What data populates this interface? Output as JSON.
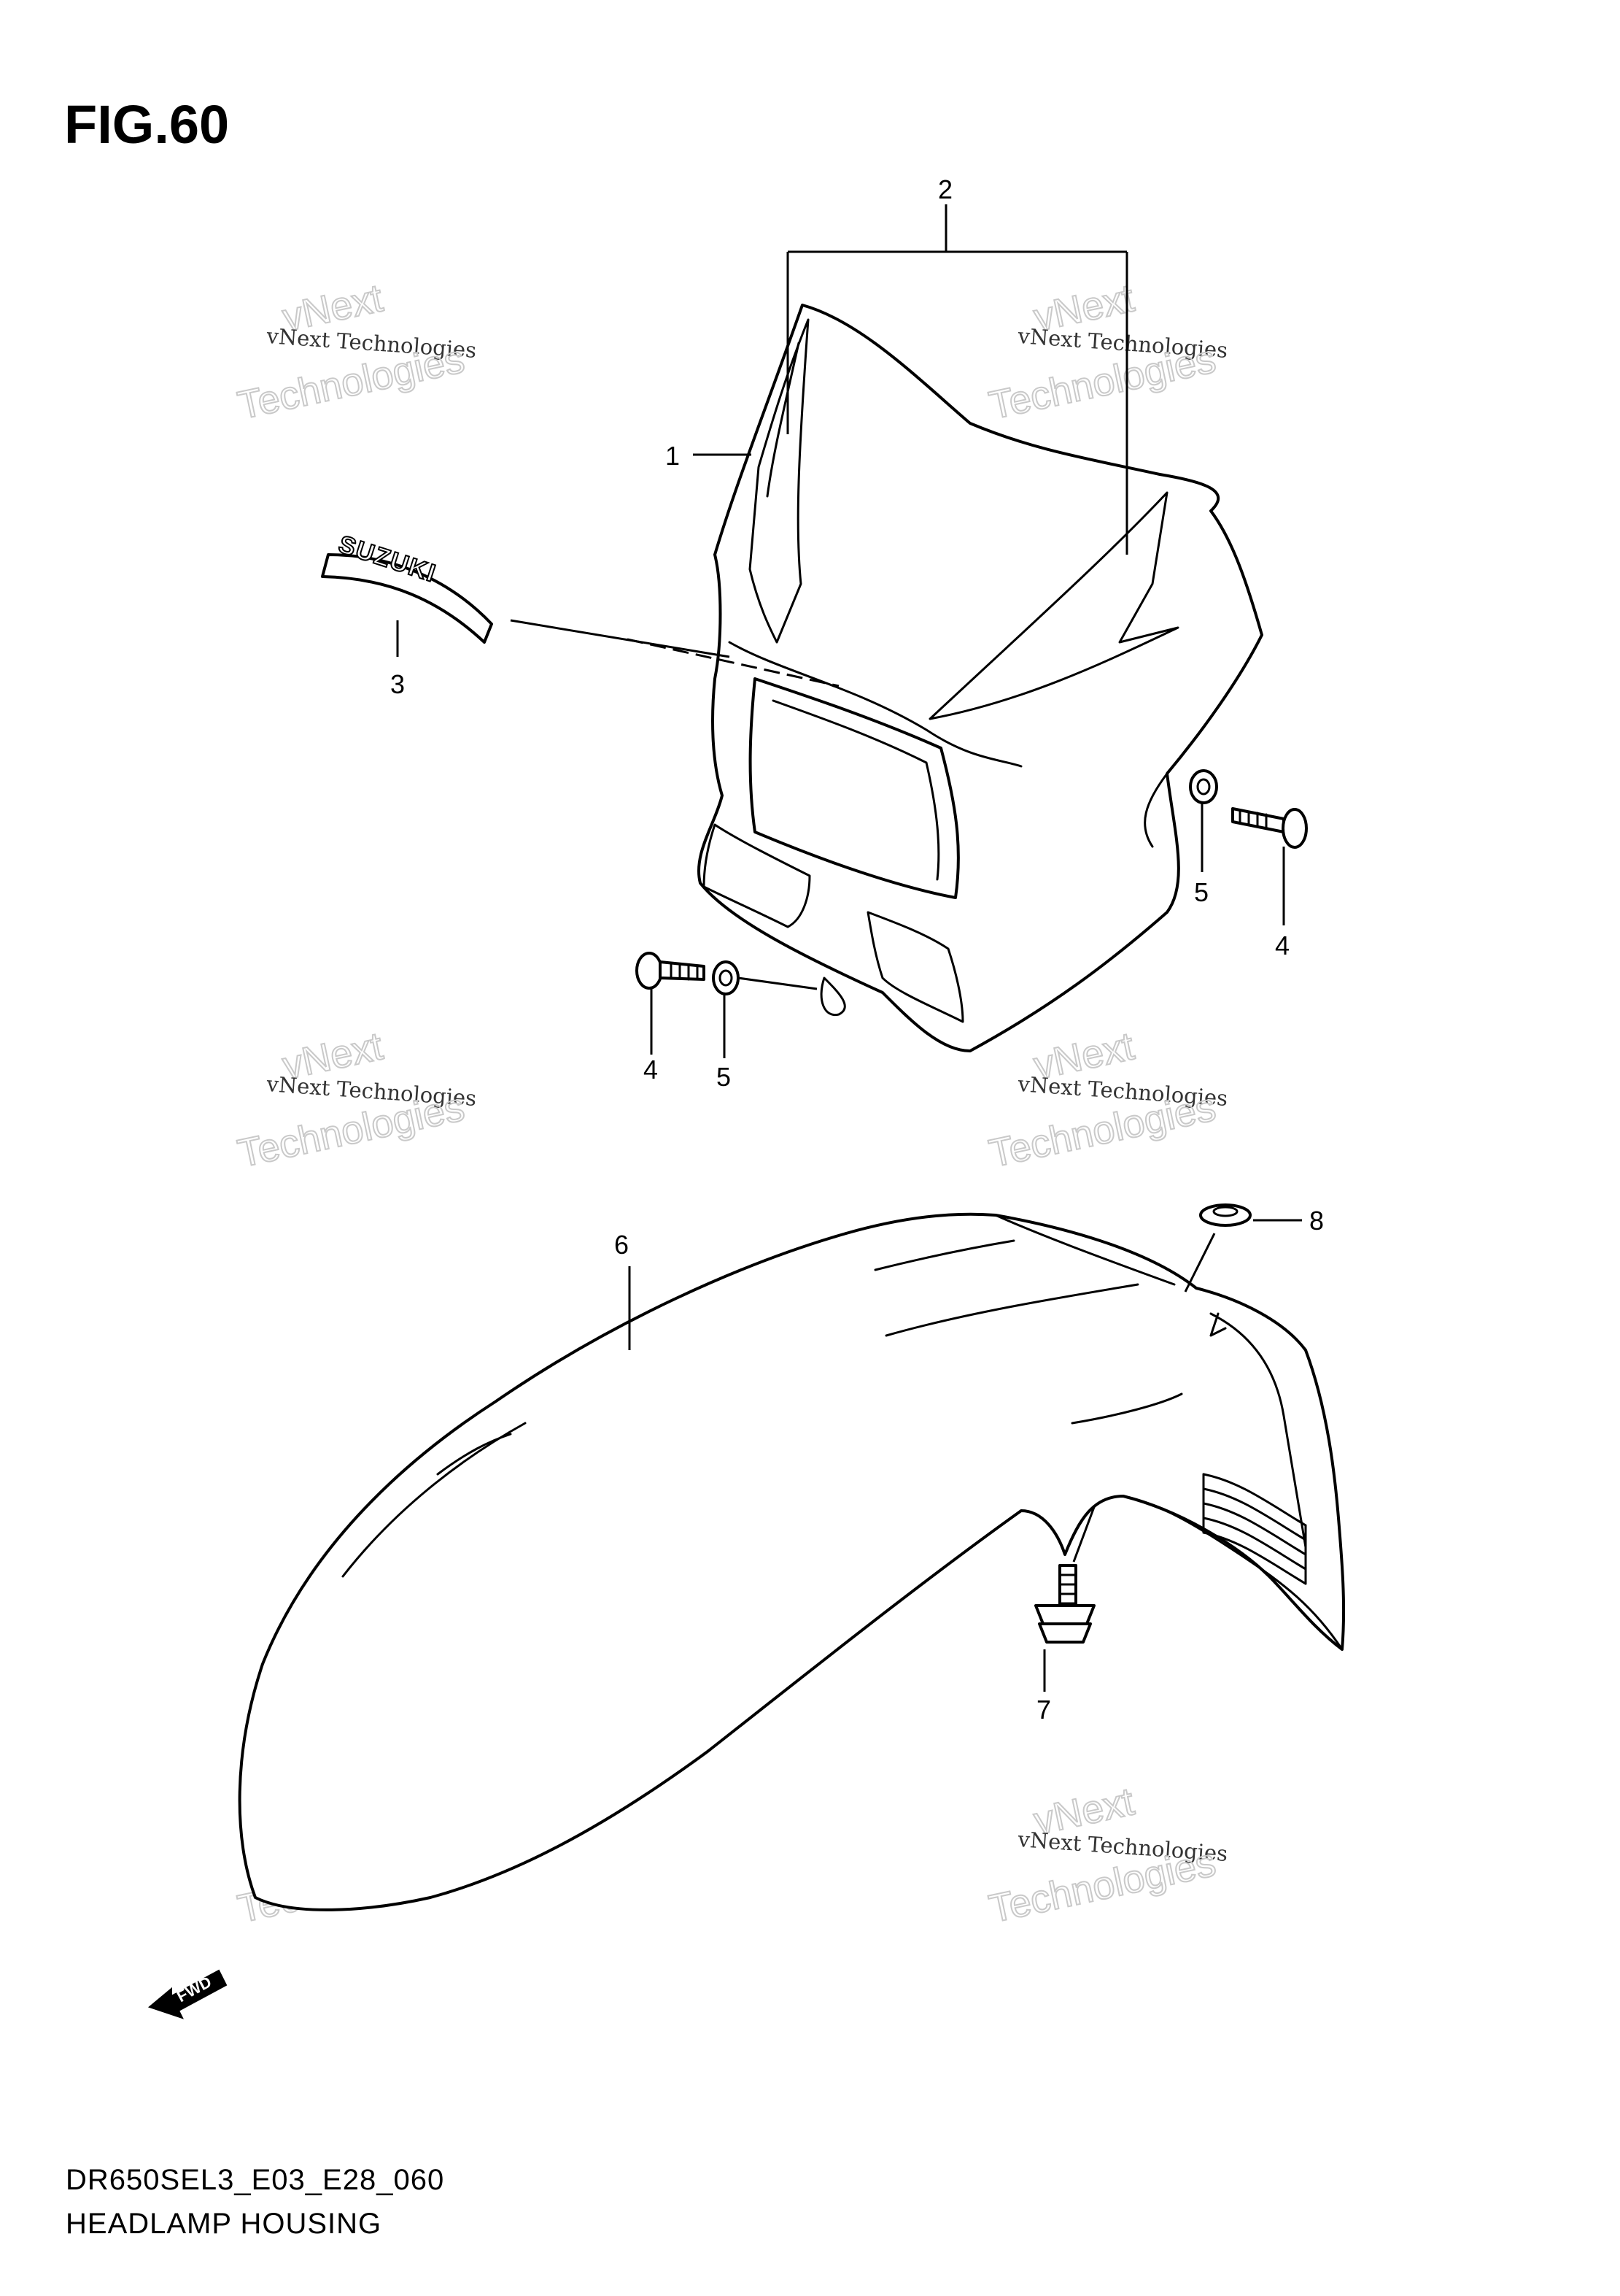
{
  "figure_title": "FIG.60",
  "callouts": [
    {
      "id": "c1",
      "label": "1"
    },
    {
      "id": "c2",
      "label": "2"
    },
    {
      "id": "c3",
      "label": "3"
    },
    {
      "id": "c4a",
      "label": "4"
    },
    {
      "id": "c5a",
      "label": "5"
    },
    {
      "id": "c4b",
      "label": "4"
    },
    {
      "id": "c5b",
      "label": "5"
    },
    {
      "id": "c6",
      "label": "6"
    },
    {
      "id": "c7",
      "label": "7"
    },
    {
      "id": "c8",
      "label": "8"
    }
  ],
  "emblem_text": "SUZUKI",
  "fwd_label": "FWD",
  "watermark": {
    "line1": "vNext Technologies",
    "line2": "vNext",
    "line3": "Technologies"
  },
  "footer": {
    "code": "DR650SEL3_E03_E28_060",
    "caption": "HEADLAMP HOUSING"
  }
}
